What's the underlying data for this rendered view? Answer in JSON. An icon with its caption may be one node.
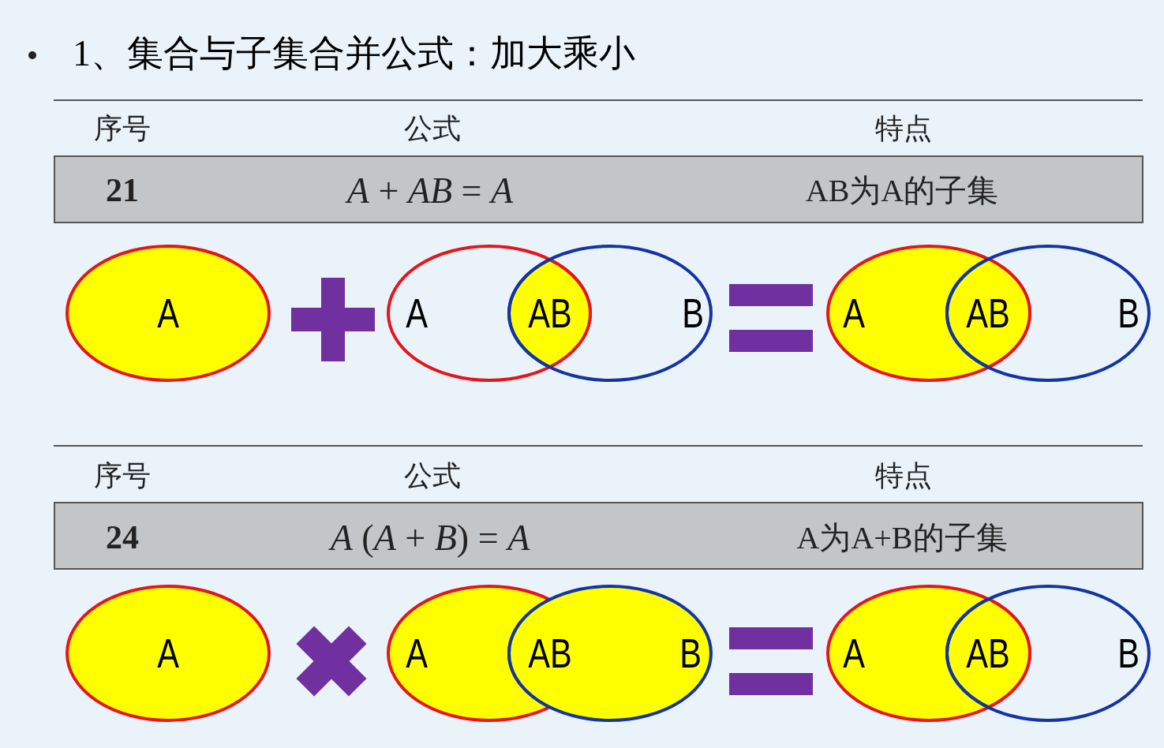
{
  "diagram": {
    "title": "1、集合与子集合并公式：加大乘小",
    "nodes": [
      {
        "text": [
          "A"
        ]
      },
      {
        "text": [
          "A"
        ]
      },
      {
        "text": [
          "AB"
        ]
      },
      {
        "text": [
          "B"
        ]
      },
      {
        "text": [
          "A"
        ]
      },
      {
        "text": [
          "AB"
        ]
      },
      {
        "text": [
          "B"
        ]
      },
      {
        "text": [
          "A"
        ]
      },
      {
        "text": [
          "A"
        ]
      },
      {
        "text": [
          "AB"
        ]
      },
      {
        "text": [
          "B"
        ]
      },
      {
        "text": [
          "A"
        ]
      },
      {
        "text": [
          "AB"
        ]
      },
      {
        "text": [
          "B"
        ]
      }
    ],
    "edges": [],
    "labels": [
      "序号",
      "公式",
      "特点",
      "21",
      "*A* + *AB* = *A*",
      "AB为A的子集",
      "序号",
      "公式",
      "特点",
      "24",
      "*A* (*A* + *B*) = *A*",
      "A为A+B的子集"
    ]
  }
}
